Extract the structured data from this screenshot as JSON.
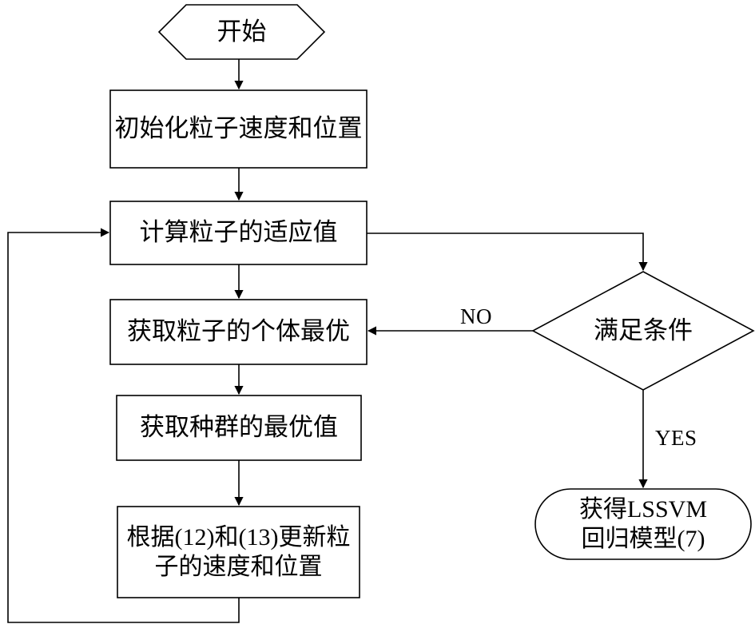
{
  "diagram": {
    "title": "PSO-LSSVM flowchart",
    "background": "#ffffff",
    "stroke": "#000000",
    "nodes": [
      {
        "id": "start",
        "shape": "hexagon",
        "label": "开始"
      },
      {
        "id": "init",
        "shape": "rectangle",
        "label": "初始化粒子速度和位置"
      },
      {
        "id": "fitness",
        "shape": "rectangle",
        "label": "计算粒子的适应值"
      },
      {
        "id": "pbest",
        "shape": "rectangle",
        "label": "获取粒子的个体最优"
      },
      {
        "id": "gbest",
        "shape": "rectangle",
        "label": "获取种群的最优值"
      },
      {
        "id": "update",
        "shape": "rectangle",
        "label": "根据(12)和(13)更新粒\n子的速度和位置"
      },
      {
        "id": "condition",
        "shape": "diamond",
        "label": "满足条件"
      },
      {
        "id": "result",
        "shape": "rounded-rect",
        "label": "获得LSSVM\n回归模型(7)"
      }
    ],
    "edge_labels": [
      {
        "id": "no-label",
        "text": "NO"
      },
      {
        "id": "yes-label",
        "text": "YES"
      }
    ]
  }
}
